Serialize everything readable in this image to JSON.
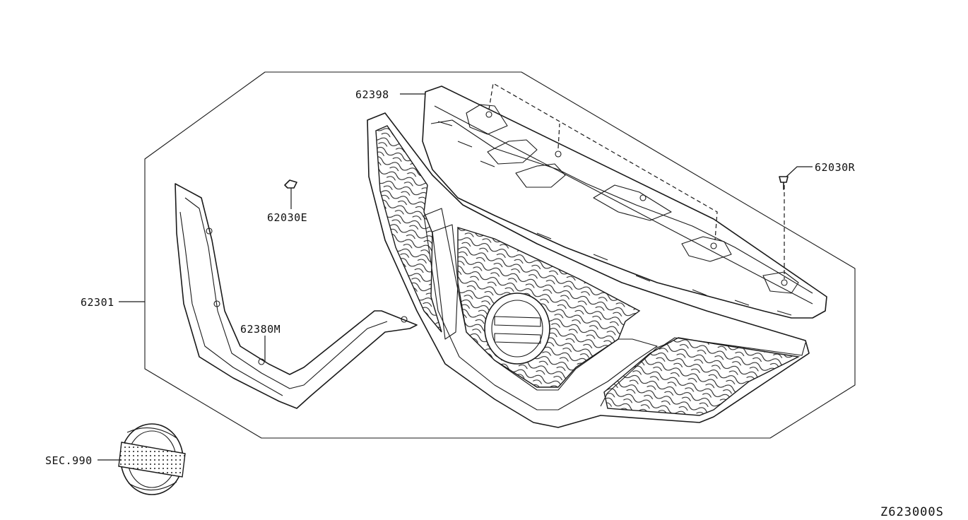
{
  "diagram": {
    "parts": [
      {
        "id": "p62398",
        "label": "62398"
      },
      {
        "id": "p62030R",
        "label": "62030R"
      },
      {
        "id": "p62030E",
        "label": "62030E"
      },
      {
        "id": "p62301",
        "label": "62301"
      },
      {
        "id": "p62380M",
        "label": "62380M"
      },
      {
        "id": "pSEC990",
        "label": "SEC.990"
      }
    ],
    "reference_code": "Z623000S"
  }
}
